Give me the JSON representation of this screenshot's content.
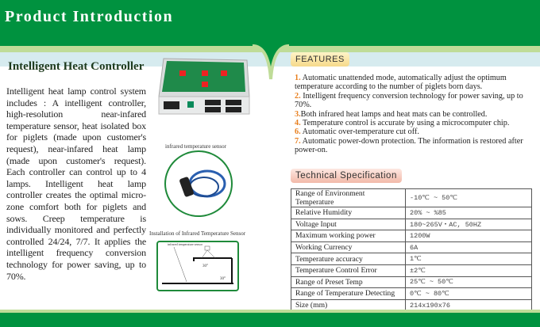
{
  "header": {
    "title": "Product  Introduction"
  },
  "left": {
    "title": "Intelligent Heat Controller",
    "intro": "Intelligent heat lamp control system includes : A intelligent controller, high-resolution near-infared temperature sensor, heat isolated box for piglets (made upon customer's request), near-infared heat lamp (made upon customer's request). Each controller can control up to 4 lamps. Intelligent heat lamp controller creates the optimal micro-zone comfort both for piglets and sows. Creep temperature is individually monitored and perfectly controlled 24/24, 7/7. It applies the intelligent frequency conversion technology for power saving, up to 70%."
  },
  "images": {
    "sensor_caption": "infrared temperature sensor",
    "install_caption": "Installation of Infrared Temperature Sensor",
    "diagram_label": "infrared temperature sensor",
    "diagram_angle1": "30°",
    "diagram_angle2": "30°"
  },
  "features": {
    "heading": "FEATURES",
    "items": [
      {
        "num": "1.",
        "text": " Automatic unattended mode, automatically adjust the optimum temperature according to the number of piglets born days."
      },
      {
        "num": "2.",
        "text": " Intelligent frequency conversion technology for power saving, up to 70%."
      },
      {
        "num": "3.",
        "text": "Both infrared heat lamps and heat mats can be controlled."
      },
      {
        "num": "4.",
        "text": " Temperature control is accurate by using a microcomputer chip."
      },
      {
        "num": "6.",
        "text": " Automatic over-temperature cut off."
      },
      {
        "num": "7.",
        "text": " Automatic power-down protection. The information is restored after power-on."
      }
    ]
  },
  "spec": {
    "heading": "Technical Specification",
    "rows": [
      [
        "Range of Environment Temperature",
        "-10℃ ~ 50℃"
      ],
      [
        "Relative Humidity",
        "20% ~ %85"
      ],
      [
        "Voltage Input",
        "180~265V・AC, 50HZ"
      ],
      [
        "Maximum working power",
        "1200W"
      ],
      [
        "Working Currency",
        "6A"
      ],
      [
        "Temperature accuracy",
        "1℃"
      ],
      [
        "Temperature Control Error",
        "±2℃"
      ],
      [
        "Range of Preset Temp",
        "25℃ ~ 50℃"
      ],
      [
        "Range of Temperature Detecting",
        "0℃ ~ 80℃"
      ],
      [
        "Size (mm)",
        "214x190x76"
      ]
    ]
  }
}
